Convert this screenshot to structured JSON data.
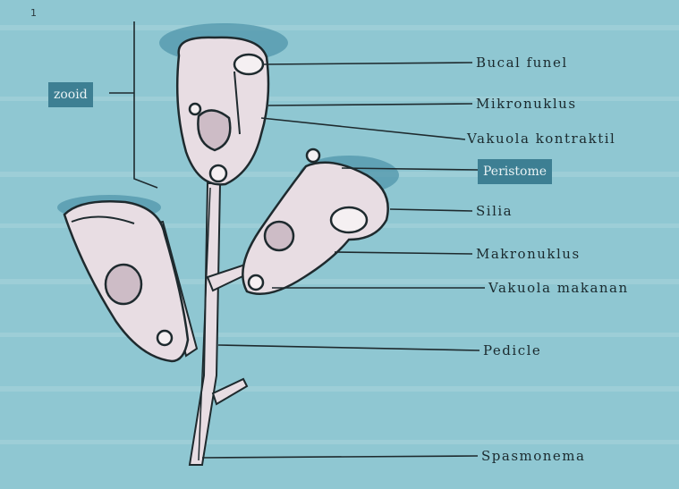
{
  "figure": {
    "number": "1",
    "colors": {
      "background": "#8fc7d2",
      "band": "#a9d4dc",
      "cell_fill": "#e8dde3",
      "outline": "#1e2a2e",
      "label_box": "#3d7f93"
    }
  },
  "labels": {
    "zooid": "zooid",
    "bucal_funnel": "Bucal funel",
    "mikronukleus": "Mikronuklus",
    "vakuola_kontraktil": "Vakuola kontraktil",
    "peristome": "Peristome",
    "silia": "Silia",
    "makronukleus": "Makronuklus",
    "vakuola_makanan": "Vakuola makanan",
    "pedicle": "Pedicle",
    "spasmonema": "Spasmonema"
  }
}
